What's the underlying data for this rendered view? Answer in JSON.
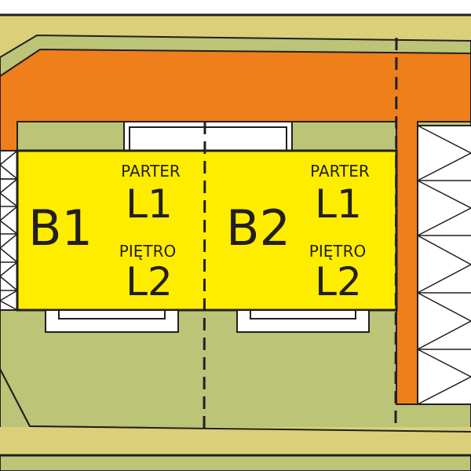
{
  "colors": {
    "khaki": "#dccf7a",
    "green": "#bcc477",
    "orange": "#ef7f1a",
    "yellow": "#ffed00",
    "line": "#231f20"
  },
  "buildings": [
    {
      "name": "B1",
      "floors": [
        {
          "label": "PARTER",
          "unit": "L1"
        },
        {
          "label": "PIĘTRO",
          "unit": "L2"
        }
      ]
    },
    {
      "name": "B2",
      "floors": [
        {
          "label": "PARTER",
          "unit": "L1"
        },
        {
          "label": "PIĘTRO",
          "unit": "L2"
        }
      ]
    }
  ]
}
